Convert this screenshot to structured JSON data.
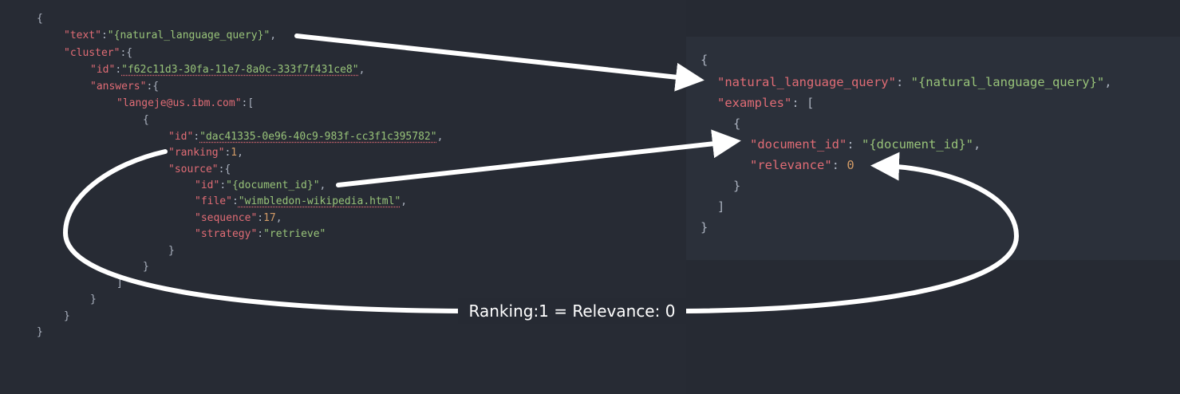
{
  "left_json": {
    "open_brace": "{",
    "text_key": "\"text\"",
    "text_value": "\"{natural_language_query}\"",
    "cluster_key": "\"cluster\"",
    "cluster_id_key": "\"id\"",
    "cluster_id_value": "\"f62c11d3-30fa-11e7-8a0c-333f7f431ce8\"",
    "answers_key": "\"answers\"",
    "email_key": "\"langeje@us.ibm.com\"",
    "answer_id_key": "\"id\"",
    "answer_id_value": "\"dac41335-0e96-40c9-983f-cc3f1c395782\"",
    "ranking_key": "\"ranking\"",
    "ranking_value": "1",
    "source_key": "\"source\"",
    "source_id_key": "\"id\"",
    "source_id_value": "\"{document_id}\"",
    "file_key": "\"file\"",
    "file_value": "\"wimbledon-wikipedia.html\"",
    "sequence_key": "\"sequence\"",
    "sequence_value": "17",
    "strategy_key": "\"strategy\"",
    "strategy_value": "\"retrieve\"",
    "close_brace": "}"
  },
  "right_json": {
    "open_brace": "{",
    "nlq_key": "\"natural_language_query\"",
    "nlq_value": "\"{natural_language_query}\"",
    "examples_key": "\"examples\"",
    "document_id_key": "\"document_id\"",
    "document_id_value": "\"{document_id}\"",
    "relevance_key": "\"relevance\"",
    "relevance_value": "0",
    "close_brace": "}"
  },
  "caption": "Ranking:1 = Relevance: 0",
  "colors": {
    "background": "#262a33",
    "key": "#e06c75",
    "string": "#98c379",
    "number": "#d19a66",
    "punctuation": "#abb2bf",
    "arrow": "#ffffff"
  }
}
